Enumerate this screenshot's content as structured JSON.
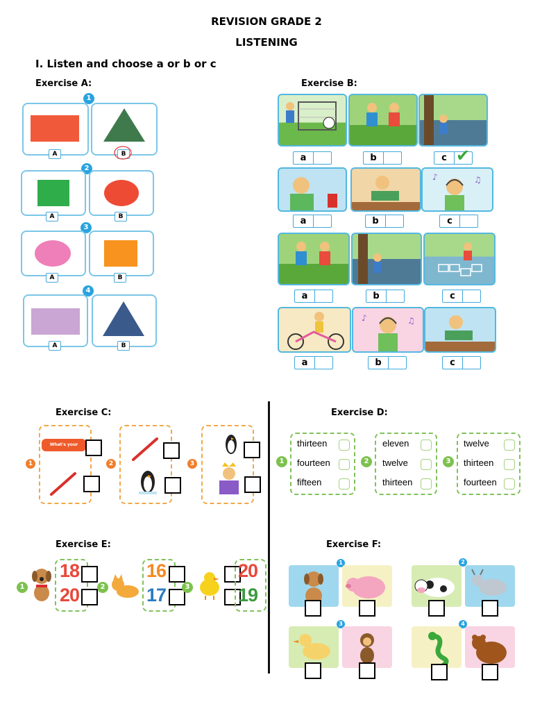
{
  "header": {
    "title": "REVISION GRADE 2",
    "subtitle": "LISTENING"
  },
  "section1": {
    "title": "I. Listen and choose a or b or c"
  },
  "exA": {
    "label": "Exercise A:",
    "numbers": [
      "1",
      "2",
      "3",
      "4"
    ],
    "opt_a": "A",
    "opt_b": "B"
  },
  "exB": {
    "label": "Exercise B:",
    "opts": [
      "a",
      "b",
      "c"
    ],
    "checkmark": "✔"
  },
  "exC": {
    "label": "Exercise C:",
    "numbers": [
      "1",
      "2",
      "3"
    ],
    "bubble_text": "What's your name?"
  },
  "exD": {
    "label": "Exercise D:",
    "groups": [
      {
        "num": "1",
        "words": [
          "thirteen",
          "fourteen",
          "fifteen"
        ]
      },
      {
        "num": "2",
        "words": [
          "eleven",
          "twelve",
          "thirteen"
        ]
      },
      {
        "num": "3",
        "words": [
          "twelve",
          "thirteen",
          "fourteen"
        ]
      }
    ]
  },
  "exE": {
    "label": "Exercise E:",
    "groups": [
      {
        "num": "1",
        "top": "18",
        "bottom": "20"
      },
      {
        "num": "2",
        "top": "16",
        "bottom": "17"
      },
      {
        "num": "3",
        "top": "20",
        "bottom": "19"
      }
    ]
  },
  "exF": {
    "label": "Exercise F:",
    "numbers": [
      "1",
      "2",
      "3",
      "4"
    ]
  },
  "colors": {
    "red_rect": "#f05a3a",
    "green_tri": "#3f7a4d",
    "green_sq": "#2fad4a",
    "red_circle": "#ee4b35",
    "pink_circle": "#ee7fb8",
    "orange_sq": "#f7931e",
    "lilac_rect": "#c9a6d4",
    "blue_tri": "#3a5a8c",
    "num_red": "#e8483b",
    "num_orange": "#f28a24",
    "num_blue": "#2a7cc0",
    "num_green": "#3c9b3f"
  }
}
